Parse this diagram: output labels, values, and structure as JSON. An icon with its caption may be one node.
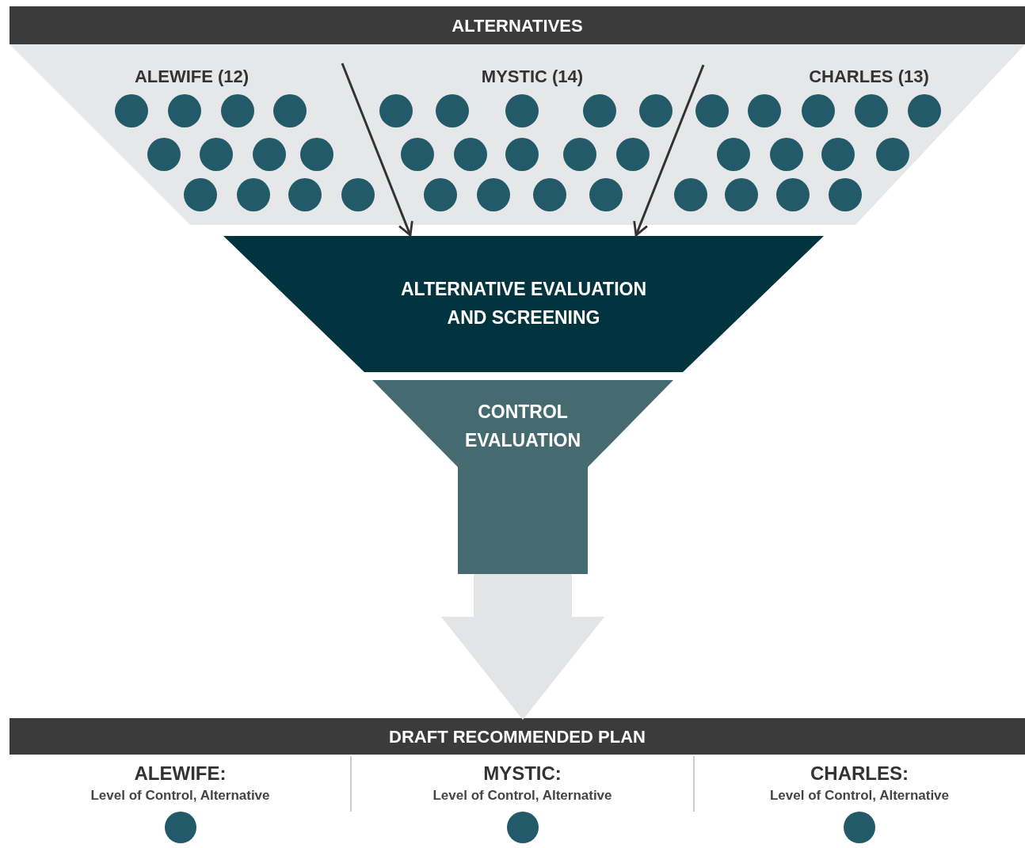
{
  "diagram": {
    "nodes": [
      {
        "text": [
          "ALTERNATIVES"
        ]
      },
      {
        "text": [
          "ALEWIFE (12)"
        ],
        "in": 0
      },
      {
        "text": [
          "MYSTIC (14)"
        ],
        "in": 0
      },
      {
        "text": [
          "CHARLES (13)"
        ],
        "in": 0
      },
      {
        "text": [
          "ALTERNATIVE EVALUATION AND SCREENING"
        ]
      },
      {
        "text": [
          "CONTROL EVALUATION"
        ]
      },
      {
        "text": [
          "DRAFT RECOMMENDED PLAN"
        ]
      },
      {
        "text": [
          "ALEWIFE:",
          "Level of Control, Alternative"
        ],
        "in": 6
      },
      {
        "text": [
          "MYSTIC:",
          "Level of Control, Alternative"
        ],
        "in": 6
      },
      {
        "text": [
          "CHARLES:",
          "Level of Control, Alternative"
        ],
        "in": 6
      }
    ],
    "edges": [
      {
        "from": null,
        "to": 4,
        "arrow": "to"
      },
      {
        "from": null,
        "to": 4,
        "arrow": "to"
      },
      {
        "from": 5,
        "to": 6,
        "arrow": "to",
        "style": "thick",
        "color": "#e3e4e6"
      }
    ]
  }
}
